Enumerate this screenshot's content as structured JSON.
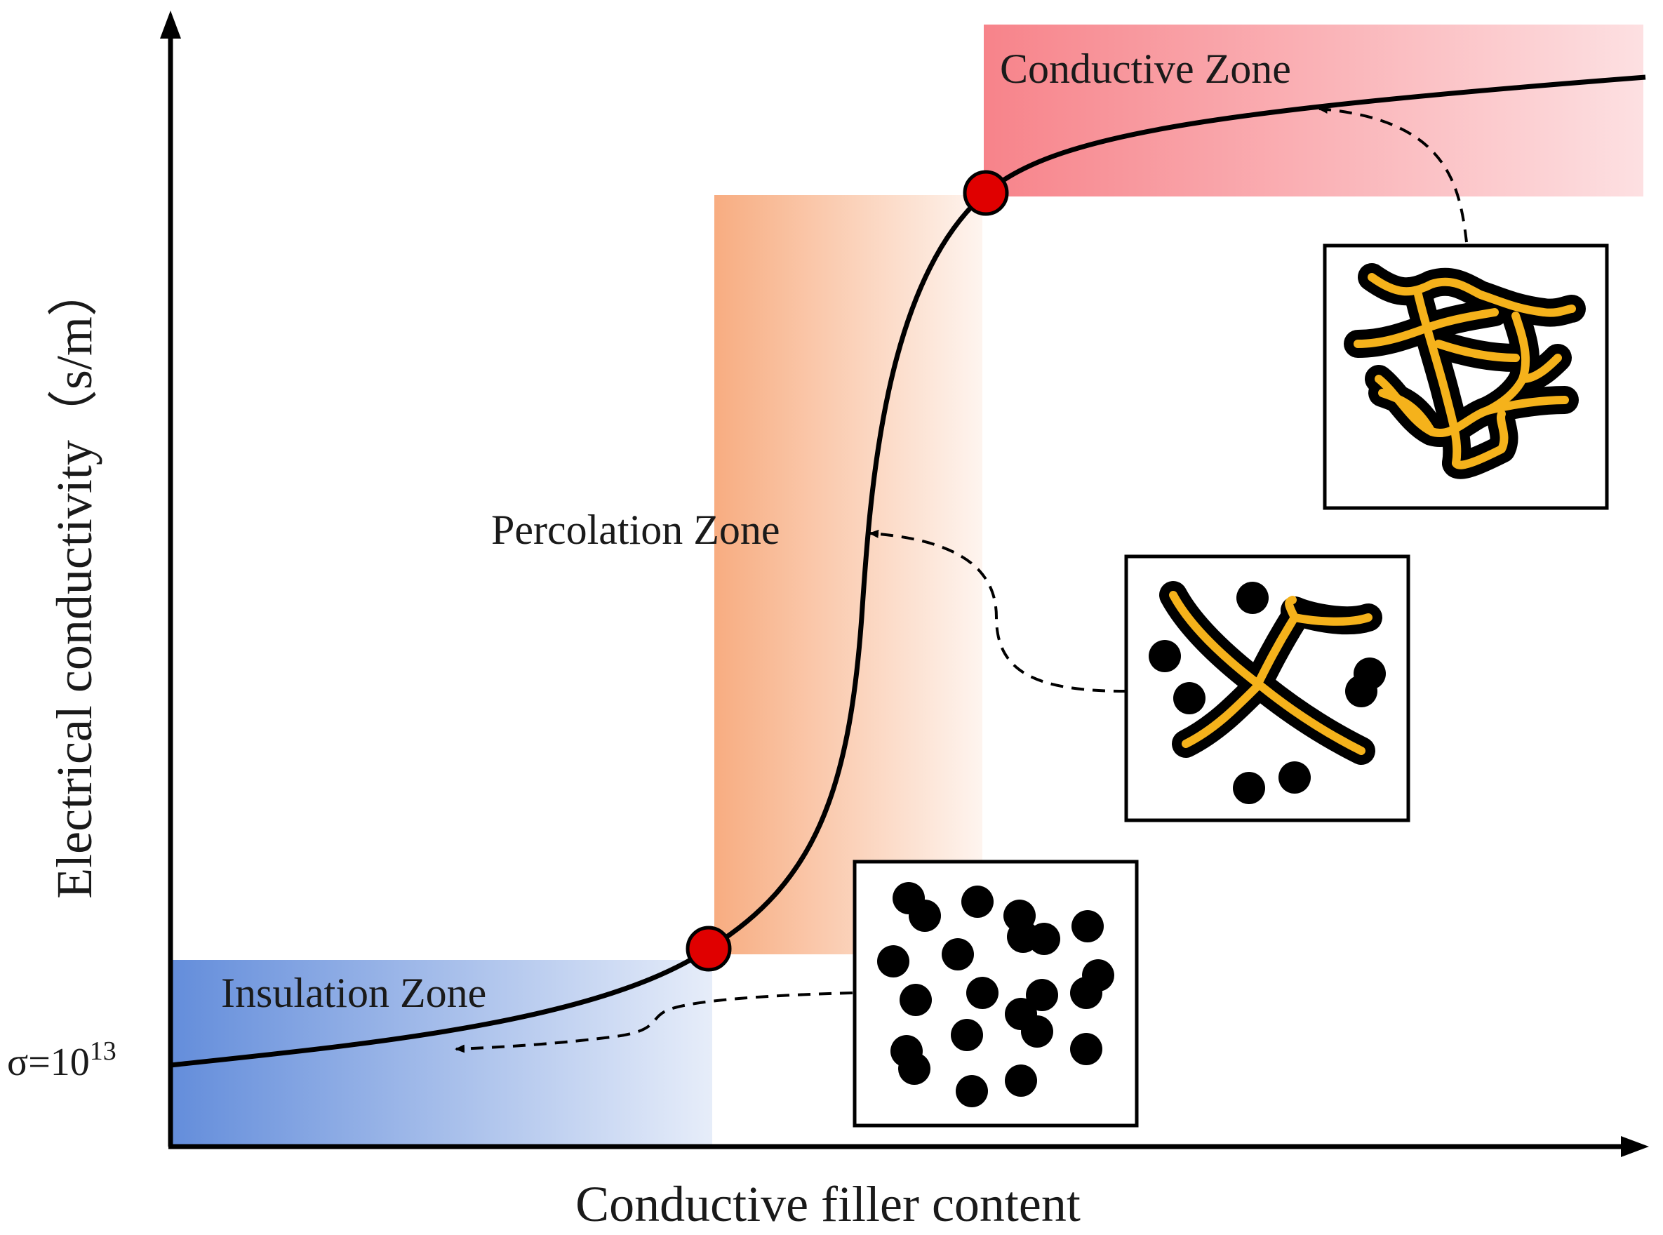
{
  "axes": {
    "x_label": "Conductive filler content",
    "y_label": "Electrical conductivity（s/m）"
  },
  "baseline": {
    "prefix": "σ=10",
    "exponent": "13"
  },
  "zones": {
    "insulation": {
      "label": "Insulation Zone",
      "color": "#5b87d9"
    },
    "percolation": {
      "label": "Percolation Zone",
      "color": "#f7a87a"
    },
    "conductive": {
      "label": "Conductive Zone",
      "color": "#f7838a"
    }
  },
  "colors": {
    "curve": "#000000",
    "threshold_point": "#e00000",
    "filler_particle": "#000000",
    "conductive_path": "#f5b21b"
  },
  "insets": [
    {
      "name": "isolated-particles",
      "zone": "insulation",
      "has_conductive_paths": false
    },
    {
      "name": "partial-network",
      "zone": "percolation",
      "has_conductive_paths": true
    },
    {
      "name": "full-network",
      "zone": "conductive",
      "has_conductive_paths": true
    }
  ]
}
